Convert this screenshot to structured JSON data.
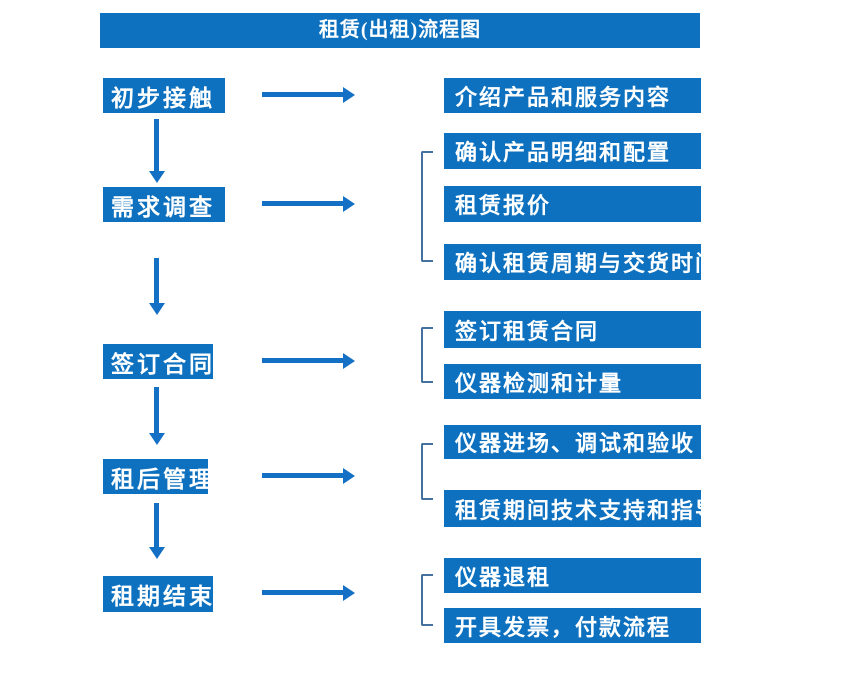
{
  "title": "租赁(出租)流程图",
  "colors": {
    "box_blue": "#0d71bf",
    "arrow_blue": "#1470c4",
    "bracket_blue": "#44719e",
    "text_white": "#ffffff",
    "page_bg": "#ffffff"
  },
  "flow": {
    "steps": [
      {
        "label": "初步接触",
        "outputs": [
          "介绍产品和服务内容"
        ]
      },
      {
        "label": "需求调查",
        "outputs": [
          "确认产品明细和配置",
          "租赁报价",
          "确认租赁周期与交货时间"
        ]
      },
      {
        "label": "签订合同",
        "outputs": [
          "签订租赁合同",
          "仪器检测和计量"
        ]
      },
      {
        "label": "租后管理",
        "outputs": [
          "仪器进场、调试和验收",
          "租赁期间技术支持和指导"
        ]
      },
      {
        "label": "租期结束",
        "outputs": [
          "仪器退租",
          "开具发票，付款流程"
        ]
      }
    ]
  }
}
